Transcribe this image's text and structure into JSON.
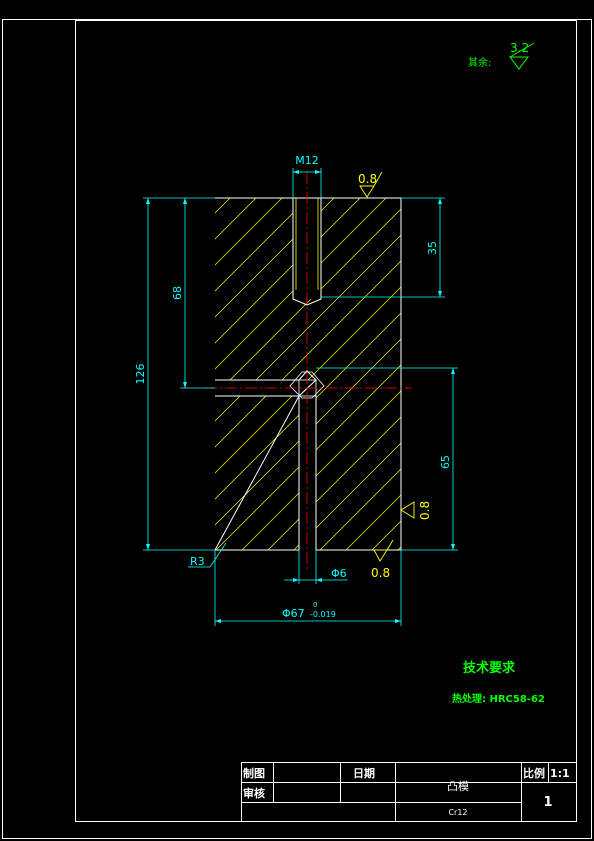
{
  "drawing": {
    "surface_finish_other": {
      "label": "其余:",
      "value": "3.2"
    },
    "dimensions": {
      "thread": "M12",
      "roughness_top": "0.8",
      "height_total": "126",
      "height_hole": "68",
      "depth_thread": "35",
      "height_lower": "65",
      "radius": "R3",
      "bore": "Φ6",
      "roughness_bottom": "0.8",
      "roughness_right": "0.8",
      "diameter": "Φ67",
      "tol_upper": "0",
      "tol_lower": "-0.019"
    },
    "tech_requirements": {
      "heading": "技术要求",
      "heat_treatment": "热处理: HRC58-62"
    }
  },
  "title_block": {
    "drawn_label": "制图",
    "date_label": "日期",
    "checked_label": "审核",
    "part_name": "凸模",
    "material": "Cr12",
    "scale_label": "比例",
    "scale_value": "1:1",
    "sheet_number": "1"
  },
  "colors": {
    "background": "#000000",
    "frame": "#ffffff",
    "dimension": "#00ffff",
    "hatch": "#ffff00",
    "centerline": "#ff0000",
    "note": "#00ff00"
  }
}
